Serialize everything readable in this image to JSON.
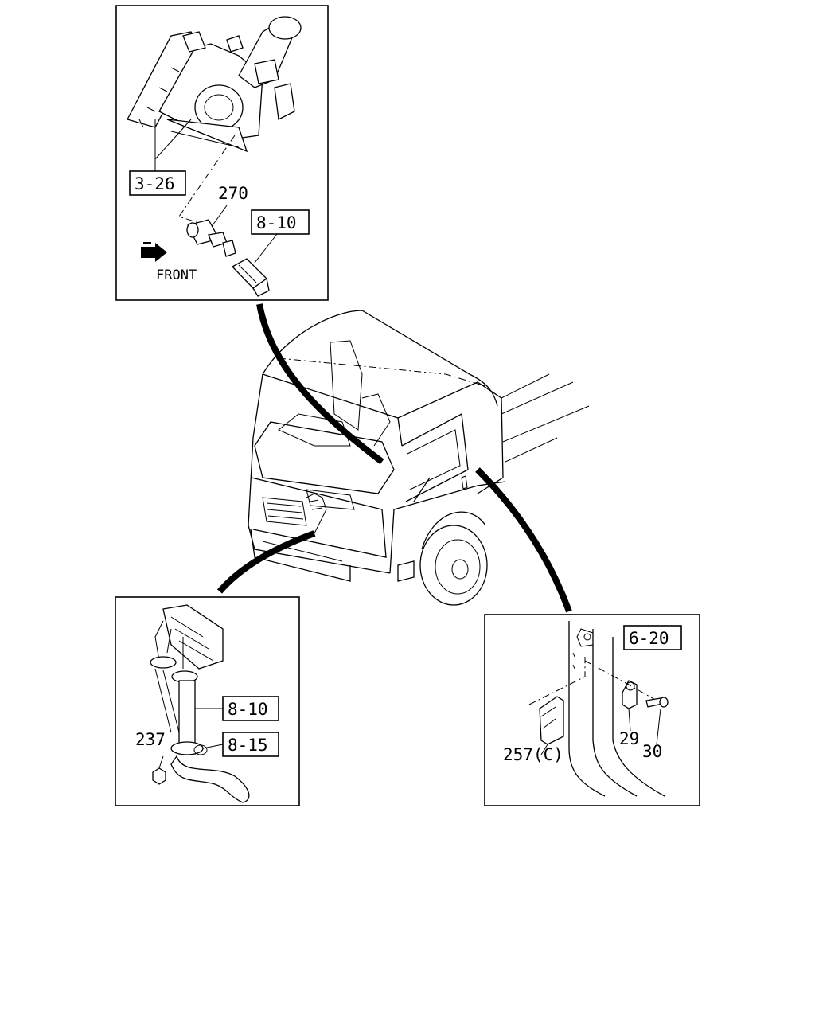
{
  "callouts": {
    "ref_3_26": "3-26",
    "part_270": "270",
    "ref_8_10_top": "8-10",
    "front": "FRONT",
    "ref_8_10_left": "8-10",
    "ref_8_15": "8-15",
    "part_237": "237",
    "ref_6_20": "6-20",
    "part_29": "29",
    "part_30": "30",
    "part_257c": "257(C)"
  }
}
